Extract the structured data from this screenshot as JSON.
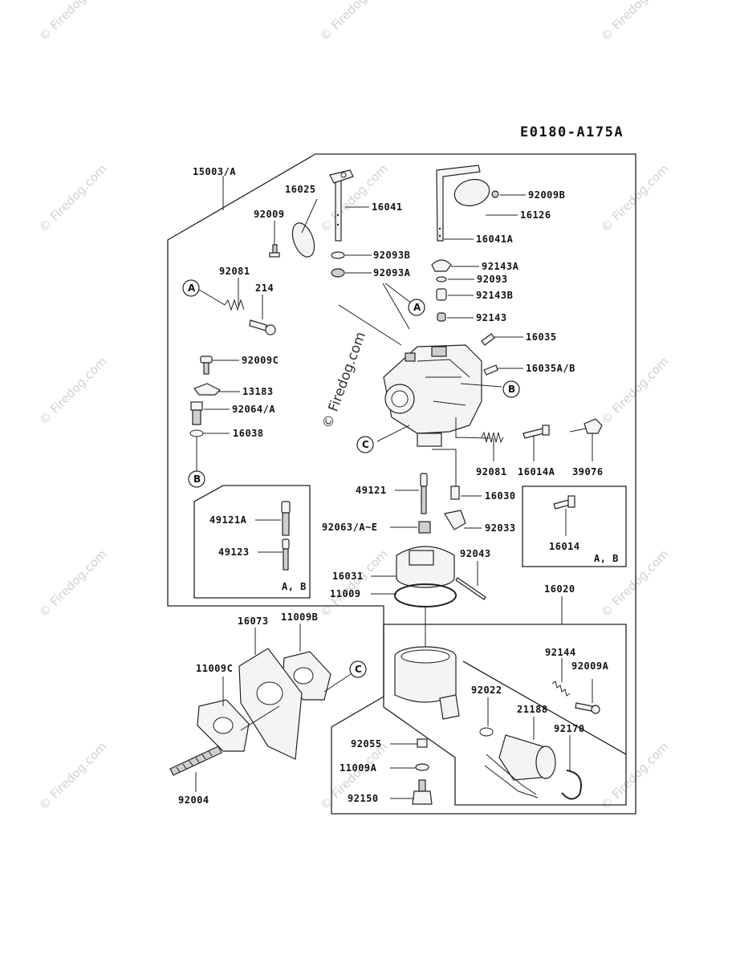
{
  "diagram_code": "E0180-A175A",
  "watermark": "© Firedog.com",
  "center_watermark": "© Firedog.com",
  "labels": {
    "l15003A": "15003/A",
    "l16025": "16025",
    "l16041": "16041",
    "l92009": "92009",
    "l92093B": "92093B",
    "l92093A": "92093A",
    "l92081a": "92081",
    "l214": "214",
    "l92009C": "92009C",
    "l13183": "13183",
    "l92064A": "92064/A",
    "l16038": "16038",
    "l92009B": "92009B",
    "l16126": "16126",
    "l16041A": "16041A",
    "l92143A": "92143A",
    "l92093": "92093",
    "l92143B": "92143B",
    "l92143": "92143",
    "l16035": "16035",
    "l16035AB": "16035A/B",
    "l92081b": "92081",
    "l16014A": "16014A",
    "l39076": "39076",
    "l49121": "49121",
    "l16030": "16030",
    "l49121A": "49121A",
    "l49123": "49123",
    "lAB1": "A, B",
    "l92063": "92063/A~E",
    "l92033": "92033",
    "l16014": "16014",
    "lAB2": "A, B",
    "l92043": "92043",
    "l16031": "16031",
    "l11009": "11009",
    "l16020": "16020",
    "l16073": "16073",
    "l11009B": "11009B",
    "l11009C": "11009C",
    "l92144": "92144",
    "l92009A": "92009A",
    "l92022": "92022",
    "l21188": "21188",
    "l92170": "92170",
    "l92055": "92055",
    "l11009A": "11009A",
    "l92150": "92150",
    "l92004": "92004"
  },
  "callouts": {
    "A": "A",
    "B": "B",
    "C": "C"
  }
}
